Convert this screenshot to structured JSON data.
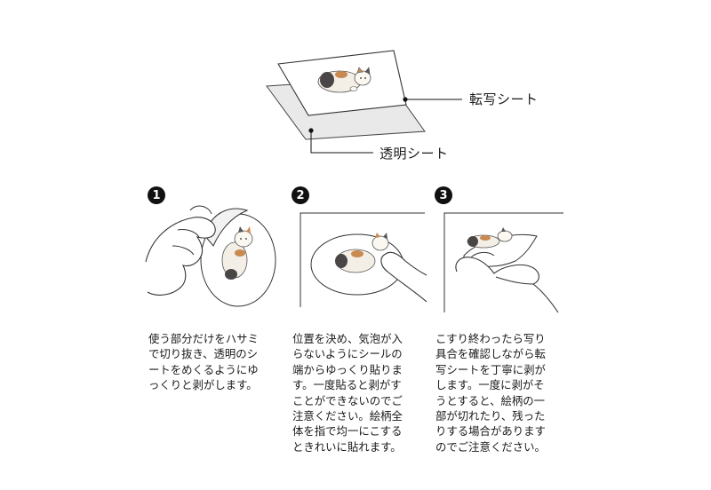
{
  "header": {
    "transfer_label": "転写シート",
    "clear_label": "透明シート"
  },
  "steps": [
    {
      "number": "1",
      "text": "使う部分だけをハサミ\nで切り抜き、透明のシ\nートをめくるようにゆ\nっくりと剥がします。"
    },
    {
      "number": "2",
      "text": "位置を決め、気泡が入\nらないようにシールの\n端からゆっくり貼りま\nす。一度貼ると剥がす\nことができないのでご\n注意ください。絵柄全\n体を指で均一にこする\nときれいに貼れます。"
    },
    {
      "number": "3",
      "text": "こすり終わったら写り\n具合を確認しながら転\n写シートを丁寧に剥が\nします。一度に剥がそ\nうとすると、絵柄の一\n部が切れたり、残った\nりする場合があります\nのでご注意ください。"
    }
  ]
}
